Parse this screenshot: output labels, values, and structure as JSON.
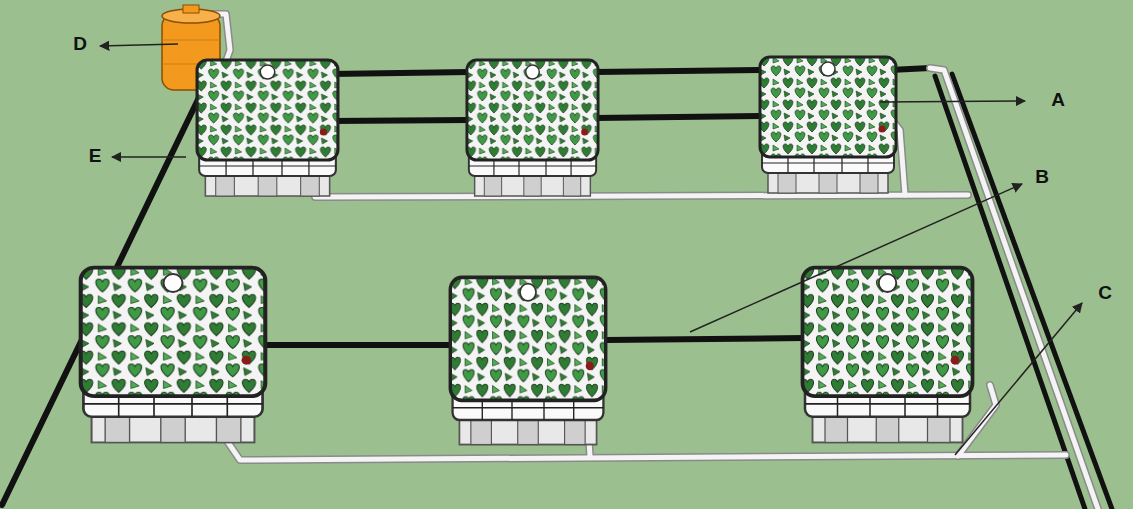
{
  "diagram": {
    "labels": [
      "D",
      "A",
      "E",
      "B",
      "C"
    ]
  }
}
